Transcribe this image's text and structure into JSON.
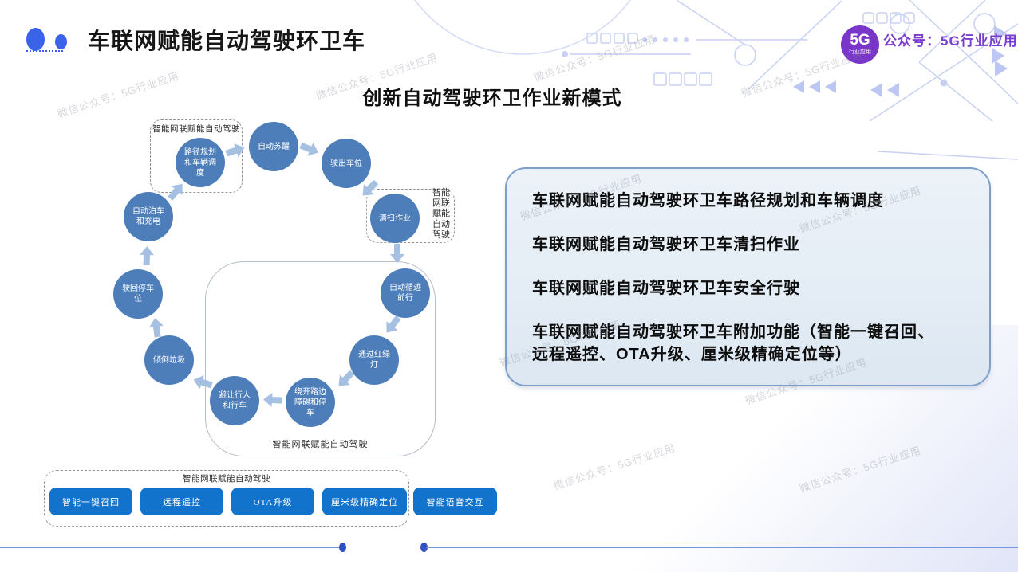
{
  "watermark": {
    "text": "微信公众号：5G行业应用"
  },
  "header": {
    "title": "车联网赋能自动驾驶环卫车"
  },
  "branding": {
    "logo_main": "5G",
    "logo_sub": "行业应用",
    "account": "公众号：5G行业应用"
  },
  "subtitle": "创新自动驾驶环卫作业新模式",
  "diagram": {
    "planning_group_label": "智能网联赋能自动驾驶",
    "sweep_group_label": "智能网联赋能自动驾驶",
    "drive_group_label": "智能网联赋能自动驾驶",
    "nodes": [
      {
        "label": "路径规划和车辆调度"
      },
      {
        "label": "自动苏醒"
      },
      {
        "label": "驶出车位"
      },
      {
        "label": "清扫作业"
      },
      {
        "label": "自动循迹前行"
      },
      {
        "label": "通过红绿灯"
      },
      {
        "label": "绕开路边障碍和停车"
      },
      {
        "label": "避让行人和行车"
      },
      {
        "label": "倾倒垃圾"
      },
      {
        "label": "驶回停车位"
      },
      {
        "label": "自动泊车和充电"
      }
    ]
  },
  "highlights": {
    "items": [
      "车联网赋能自动驾驶环卫车路径规划和车辆调度",
      "车联网赋能自动驾驶环卫车清扫作业",
      "车联网赋能自动驾驶环卫车安全行驶",
      "车联网赋能自动驾驶环卫车附加功能（智能一键召回、远程遥控、OTA升级、厘米级精确定位等）"
    ]
  },
  "features": {
    "group_label": "智能网联赋能自动驾驶",
    "buttons": [
      {
        "label": "智能一键召回"
      },
      {
        "label": "远程遥控"
      },
      {
        "label": "OTA升级"
      },
      {
        "label": "厘米级精确定位"
      },
      {
        "label": "智能语音交互"
      }
    ]
  },
  "colors": {
    "node_blue": "#4d7eba",
    "arrow_blue": "#a6c0e2",
    "button_blue": "#1173cb",
    "logo_purple": "#7936c9",
    "account_purple": "#7a3fd0",
    "footer_line": "#7b95d6",
    "footer_dot": "#2d50c2",
    "highlight_border": "#7e9fc9"
  }
}
